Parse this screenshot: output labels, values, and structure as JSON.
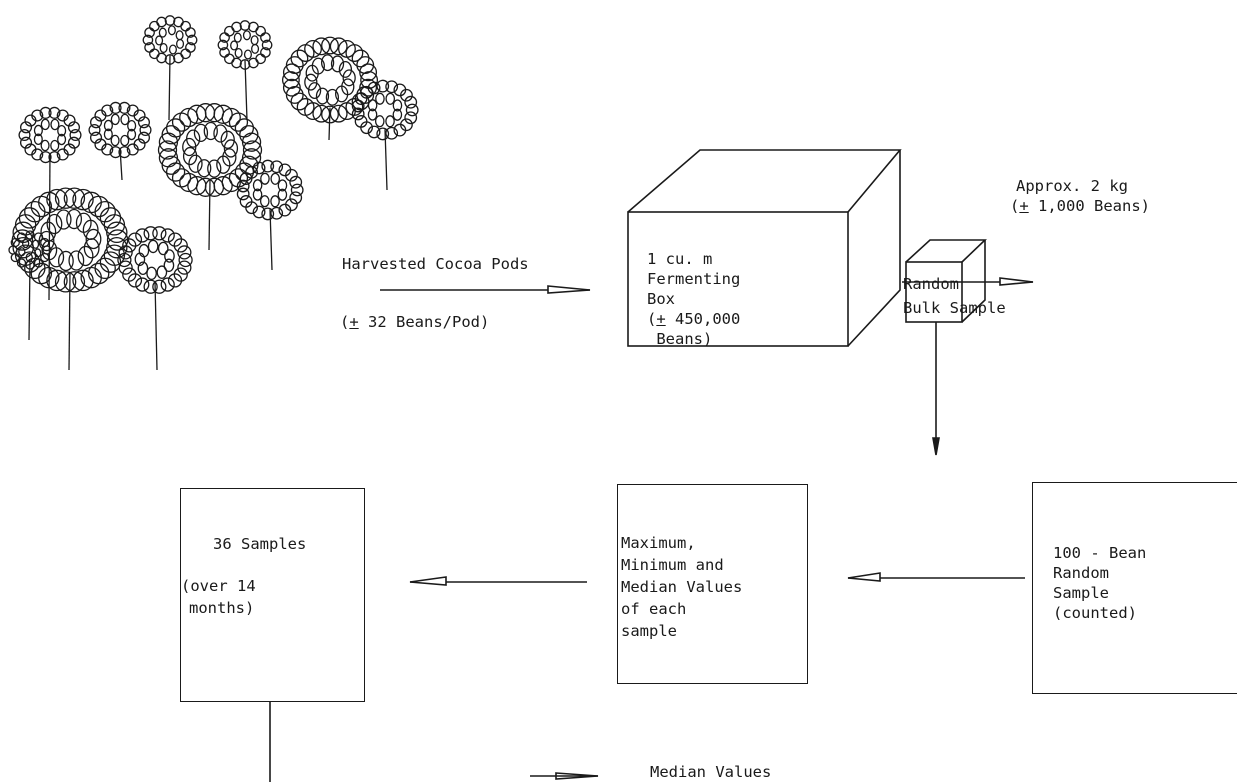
{
  "pods": {
    "label": "Harvested Cocoa Pods",
    "beans_prefix": "+",
    "beans_rest": " 32 Beans/Pod)"
  },
  "box": {
    "line1": "1 cu. m",
    "line2": "Fermenting",
    "line3": "Box",
    "line4_prefix": "+",
    "line4_rest": " 450,000",
    "line5": "Beans)"
  },
  "bulk": {
    "line1": "Random",
    "line2": "Bulk Sample"
  },
  "approx": {
    "line1": "Approx. 2 kg",
    "line2_prefix": "+",
    "line2_rest": " 1,000 Beans)"
  },
  "sample100": {
    "line1": "100 - Bean",
    "line2": "Random",
    "line3": "Sample",
    "line4": "(counted)"
  },
  "values": {
    "line1": "Maximum,",
    "line2": "Minimum and",
    "line3": "Median Values",
    "line4": "of each",
    "line5": "sample"
  },
  "samples36": {
    "line1": "36 Samples",
    "line2": "(over 14",
    "line3": "months)"
  },
  "median": {
    "label": "Median Values"
  }
}
